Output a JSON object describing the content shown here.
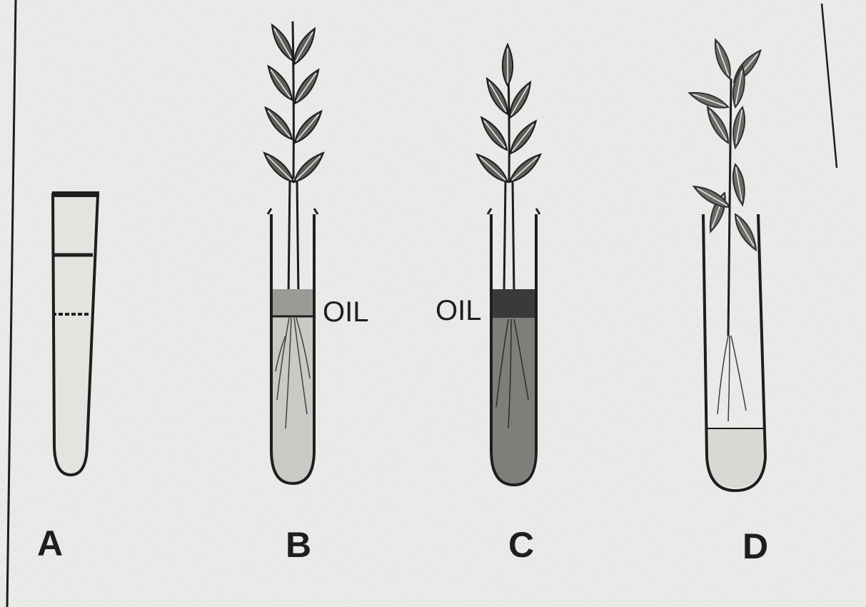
{
  "figure": {
    "panels": [
      {
        "label": "A"
      },
      {
        "label": "B",
        "liquid_label": "OIL"
      },
      {
        "label": "C",
        "liquid_label": "OIL"
      },
      {
        "label": "D"
      }
    ],
    "colors": {
      "paper": "#f4f4f2",
      "ink": "#1e1e1e",
      "oil_b": "#9a9a96",
      "oil_c": "#3a3a38",
      "liquid_c": "#7e7e7a",
      "liquid_b": "#c9c9c5",
      "leaf": "#5e5e5a"
    },
    "icons": [
      "test-tube-icon",
      "plant-cutting-icon"
    ]
  }
}
